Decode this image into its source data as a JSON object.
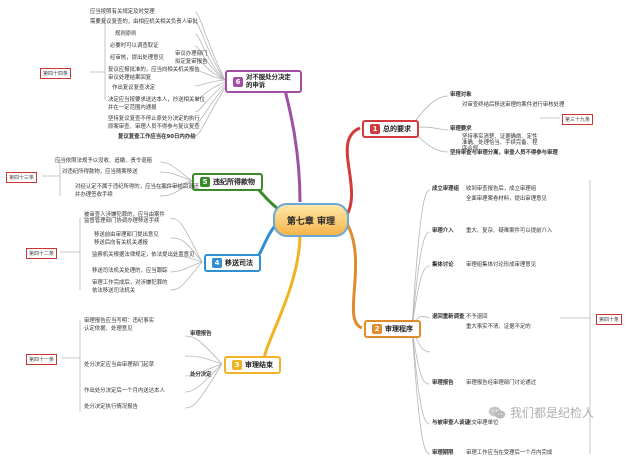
{
  "center": {
    "label": "第七章 审理"
  },
  "main_nodes": {
    "n1": {
      "num": "1",
      "label": "总的要求"
    },
    "n2": {
      "num": "2",
      "label": "审理程序"
    },
    "n3": {
      "num": "3",
      "label": "审理结束"
    },
    "n4": {
      "num": "4",
      "label": "移送司法"
    },
    "n5": {
      "num": "5",
      "label": "违纪所得款物"
    },
    "n6": {
      "num": "6",
      "label": "对不服处分决定的申诉"
    }
  },
  "side_boxes": {
    "b1": "第四十四条",
    "b2": "第四十三条",
    "b3": "第四十二条",
    "b4": "第四十一条",
    "b5": "第三十九条",
    "b6": "第四十条"
  },
  "n6_items": [
    "应当按照有关规定及时受理",
    "需要复议复查的，由相应机关相关负责人审批",
    "规则原则",
    "必要时可以调查取证",
    "经审核，提出处理意见",
    "审议办理部门",
    "拟定复审报告",
    "复议应报批准的，应当向相关机关报告",
    "审议处理结果回复",
    "作出复议复查决定",
    "决定应当按要求送达本人，抄送相关单位",
    "并在一定范围内通报",
    "坚持复议复查不停止原处分决定的执行",
    "原案审查、审理人员不得参与复议复查",
    "复议复查工作应当在90日内办结"
  ],
  "n5_items": [
    "应当依照法规予以没收、追缴、责令退赔",
    "对违纪所得款物，应当随案移送",
    "对经认定不属于违纪所得的，应当在案件审结后退还",
    "并办理签收手续"
  ],
  "n4_items": [
    "被审查人涉嫌犯罪的，应当由案件监督管理部门协调办理移送手续",
    "移送前由审理部门提出意见",
    "移送后向有关机关通报",
    "监察机关根据法律规定，依法提出处置意见",
    "移送司法机关处理的，应当跟踪",
    "审理工作完成后，对涉嫌犯罪的",
    "依法移送司法机关"
  ],
  "n3_items": [
    "审理报告",
    "审理报告应当写明：违纪事实",
    "认定依据、处理意见",
    "处分决定",
    "处分决定应当由审理部门起草",
    "作出处分决定后一个月内送达本人",
    "处分决定执行情况报告"
  ],
  "n1_items": [
    "审理对象",
    "对审查终结后移送审理的案件进行审核处理",
    "审理要求",
    "坚持事实清楚、证据确凿、定性准确、处理恰当、手续完备、程序合规",
    "坚持审查与审理分离，审查人员不得参与审理"
  ],
  "n2_items": [
    "成立审理组",
    "收到审查报告后，成立审理组",
    "全面审理案卷材料，提出审理意见",
    "审理介入",
    "重大、复杂、疑难案件可以提前介入",
    "集体讨论",
    "审理组集体讨论形成审理意见",
    "退回重新调查",
    "不予退回",
    "重大事实不清、证据不足的",
    "审理报告",
    "审理报告经审理部门讨论通过",
    "与被审查人谈话",
    "送交审理单位",
    "审理期限",
    "审理工作应当在受理后一个月内完成"
  ],
  "watermark": {
    "text": "我们都是纪检人"
  }
}
